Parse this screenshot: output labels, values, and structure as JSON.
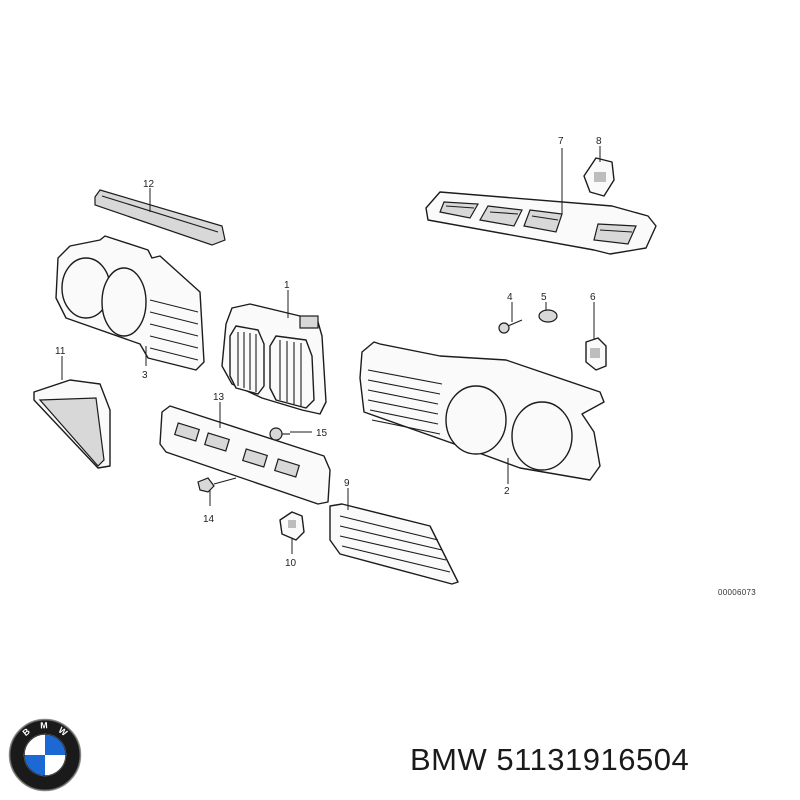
{
  "callouts": {
    "p1": "1",
    "p2": "2",
    "p3": "3",
    "p4": "4",
    "p5": "5",
    "p6": "6",
    "p7": "7",
    "p8": "8",
    "p9": "9",
    "p10": "10",
    "p11": "11",
    "p12": "12",
    "p13": "13",
    "p14": "14",
    "p15": "15"
  },
  "diagram_ref": "00006073",
  "logo": {
    "brand": "BMW",
    "letters": [
      "B",
      "M",
      "W"
    ],
    "colors": {
      "blue": "#1c69d4",
      "white": "#ffffff",
      "ring": "#111111"
    }
  },
  "caption": {
    "brand": "BMW",
    "part_number": "51131916504"
  }
}
